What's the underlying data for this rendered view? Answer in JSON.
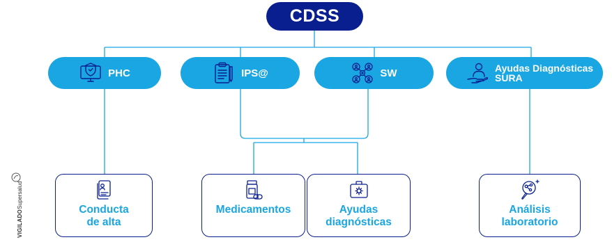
{
  "title": "CDSS",
  "colors": {
    "navy": "#0a1f8f",
    "accent": "#19a6e2",
    "line": "#19a6e2"
  },
  "categories": [
    {
      "label": "PHC",
      "icon": "computer-shield-icon"
    },
    {
      "label": "IPS@",
      "icon": "clipboard-icon"
    },
    {
      "label": "SW",
      "icon": "people-network-icon"
    },
    {
      "label": "Ayudas Diagnósticas\nSURA",
      "icon": "hand-person-icon"
    }
  ],
  "outputs": [
    {
      "label": "Conducta\nde alta",
      "icon": "document-person-icon"
    },
    {
      "label": "Medicamentos",
      "icon": "medicine-bottle-icon"
    },
    {
      "label": "Ayudas\ndiagnósticas",
      "icon": "medical-kit-icon"
    },
    {
      "label": "Análisis\nlaboratorio",
      "icon": "magnifier-molecule-icon"
    }
  ],
  "watermark": {
    "bold": "VIGILADO",
    "rest": "Supersalud"
  }
}
